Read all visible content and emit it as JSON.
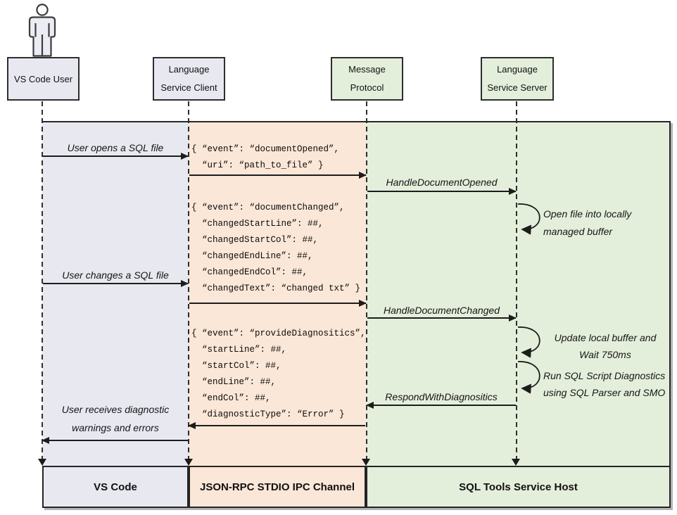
{
  "colors": {
    "lavender": "#e8e8f1",
    "peach": "#fbe7d7",
    "green": "#e4efdb",
    "line": "#1c1c1c",
    "shadow": "#b4b4b4"
  },
  "actors": {
    "user": {
      "label": "VS Code User"
    },
    "client": {
      "line1": "Language",
      "line2": "Service Client"
    },
    "protocol": {
      "line1": "Message",
      "line2": "Protocol"
    },
    "server": {
      "line1": "Language",
      "line2": "Service Server"
    }
  },
  "messages": {
    "user_opens": "User opens a SQL file",
    "handle_document_opened": "HandleDocumentOpened",
    "user_changes": "User changes a SQL file",
    "handle_document_changed": "HandleDocumentChanged",
    "respond_with_diagnostics": "RespondWithDiagnositics",
    "user_receives": "User receives diagnostic\nwarnings and errors"
  },
  "payloads": {
    "document_opened": "{ “event”: “documentOpened”,\n  “uri”: “path_to_file” }",
    "document_changed": "{ “event”: “documentChanged”,\n  “changedStartLine”: ##,\n  “changedStartCol”: ##,\n  “changedEndLine”: ##,\n  “changedEndCol”: ##,\n  “changedText”: “changed txt” }",
    "provide_diagnostics": "{ “event”: “provideDiagnositics”,\n  “startLine”: ##,\n  “startCol”: ##,\n  “endLine”: ##,\n  “endCol”: ##,\n  “diagnosticType”: “Error” }"
  },
  "notes": {
    "open_file": "Open file into locally\nmanaged buffer",
    "update_buffer": "Update local buffer and\nWait 750ms",
    "run_diagnostics": "Run SQL Script Diagnostics\nusing SQL Parser and SMO"
  },
  "lanes": {
    "vscode": "VS Code",
    "channel": "JSON-RPC STDIO IPC Channel",
    "host": "SQL Tools Service Host"
  }
}
